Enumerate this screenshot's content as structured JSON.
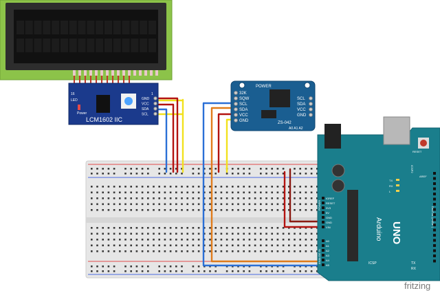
{
  "lcd": {
    "module_label": "LCM1602 IIC",
    "led_label": "LED",
    "power_label": "Power",
    "pin_16": "16",
    "pin_1": "1",
    "pins": [
      "GND",
      "VCC",
      "SDA",
      "SCL"
    ]
  },
  "rtc": {
    "power_label": "POWER",
    "left_pins": [
      "32K",
      "SQW",
      "SCL",
      "SDA",
      "VCC",
      "GND"
    ],
    "right_pins": [
      "SCL",
      "SDA",
      "VCC",
      "GND"
    ],
    "model": "ZS-042",
    "address_pins": "A0 A1 A2"
  },
  "arduino": {
    "brand": "Arduino",
    "model": "UNO",
    "reset_label": "RESET",
    "icsp_label": "ICSP",
    "icsp2_label": "ICSP2",
    "aref": "AREF",
    "power_header": [
      "IOREF",
      "RESET",
      "3V3",
      "5V",
      "GND",
      "GND",
      "VIN"
    ],
    "analog_header": [
      "A0",
      "A1",
      "A2",
      "A3",
      "A4",
      "A5"
    ],
    "power_title": "POWER",
    "analog_title": "ANALOG IN",
    "digital_title": "DIGITAL (PWM~)",
    "led_labels": [
      "TX",
      "RX",
      "L"
    ],
    "tx_label": "TX",
    "rx_label": "RX"
  },
  "watermark": "fritzing",
  "colors": {
    "wire_red": "#b3120f",
    "wire_yellow": "#f2e11c",
    "wire_blue": "#2a6fd6",
    "wire_orange": "#e07b1a",
    "wire_green": "#3e9b2c",
    "wire_dkred": "#8a1a12",
    "board_blue": "#1a5e91",
    "lcd_green": "#8cc349"
  }
}
